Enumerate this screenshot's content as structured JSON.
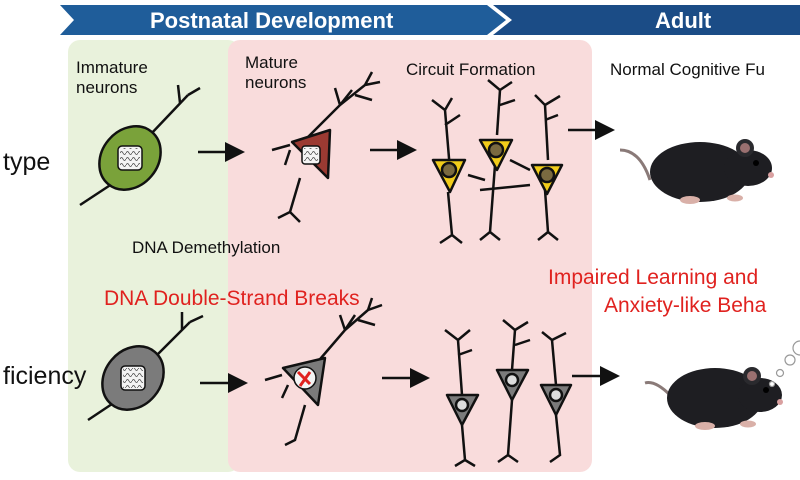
{
  "header": {
    "postnatal_label": "Postnatal Development",
    "adult_label": "Adult",
    "colors": {
      "band_light": "#1f5d9a",
      "band_dark": "#1b4c86",
      "text": "#ffffff"
    }
  },
  "stages": {
    "immature": "Immature\nneurons",
    "mature": "Mature\nneurons",
    "circuit": "Circuit Formation",
    "normal": "Normal Cognitive Fu"
  },
  "rows": {
    "top_label": "type",
    "bottom_label": "ficiency"
  },
  "annotations": {
    "demethylation": "DNA Demethylation",
    "dsb": "DNA Double-Strand Breaks",
    "impaired_1": "Impaired Learning and",
    "impaired_2": "Anxiety-like Beha"
  },
  "colors": {
    "green_panel": "#e9f2dc",
    "pink_panel": "#f9dcdc",
    "green_cell": "#7aa23a",
    "brown_cell": "#9b3a32",
    "yellow_cell": "#f1cc1a",
    "gray_cell": "#7b7b7b",
    "alert_red": "#e0221f"
  },
  "icons": [
    "neuron-icon",
    "arrow-icon",
    "mouse-icon",
    "thought-bubble-icon"
  ]
}
